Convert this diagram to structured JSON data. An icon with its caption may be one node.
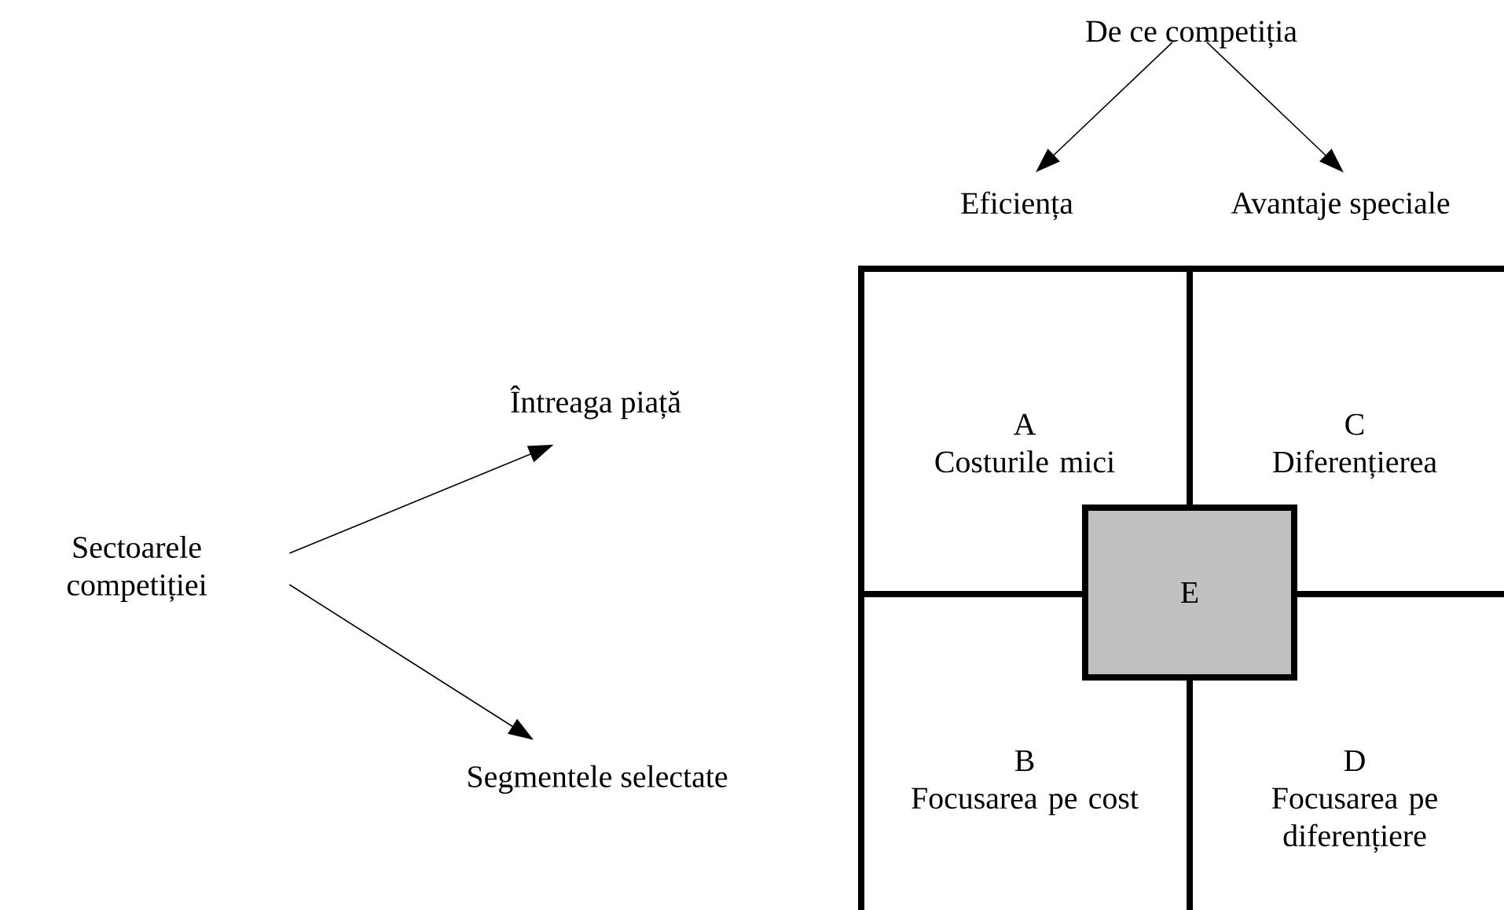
{
  "diagram": {
    "nodes": [
      {
        "text": [
          "De ce competiția"
        ]
      },
      {
        "text": [
          "Eficiența"
        ]
      },
      {
        "text": [
          "Avantaje speciale"
        ]
      },
      {
        "text": [
          "Sectoarele competiției"
        ]
      },
      {
        "text": [
          "Întreaga piață"
        ]
      },
      {
        "text": [
          "Segmentele selectate"
        ]
      },
      {
        "text": [
          "A",
          "Costurile mici"
        ]
      },
      {
        "text": [
          "C",
          "Diferențierea"
        ]
      },
      {
        "text": [
          "B",
          "Focusarea pe cost"
        ]
      },
      {
        "text": [
          "D",
          "Focusarea pe diferențiere"
        ]
      },
      {
        "text": [
          "E"
        ]
      }
    ],
    "edges": [
      {
        "from": 0,
        "to": 1,
        "arrow": "to"
      },
      {
        "from": 0,
        "to": 2,
        "arrow": "to"
      },
      {
        "from": 3,
        "to": 4,
        "arrow": "to"
      },
      {
        "from": 3,
        "to": 5,
        "arrow": "to"
      }
    ]
  }
}
